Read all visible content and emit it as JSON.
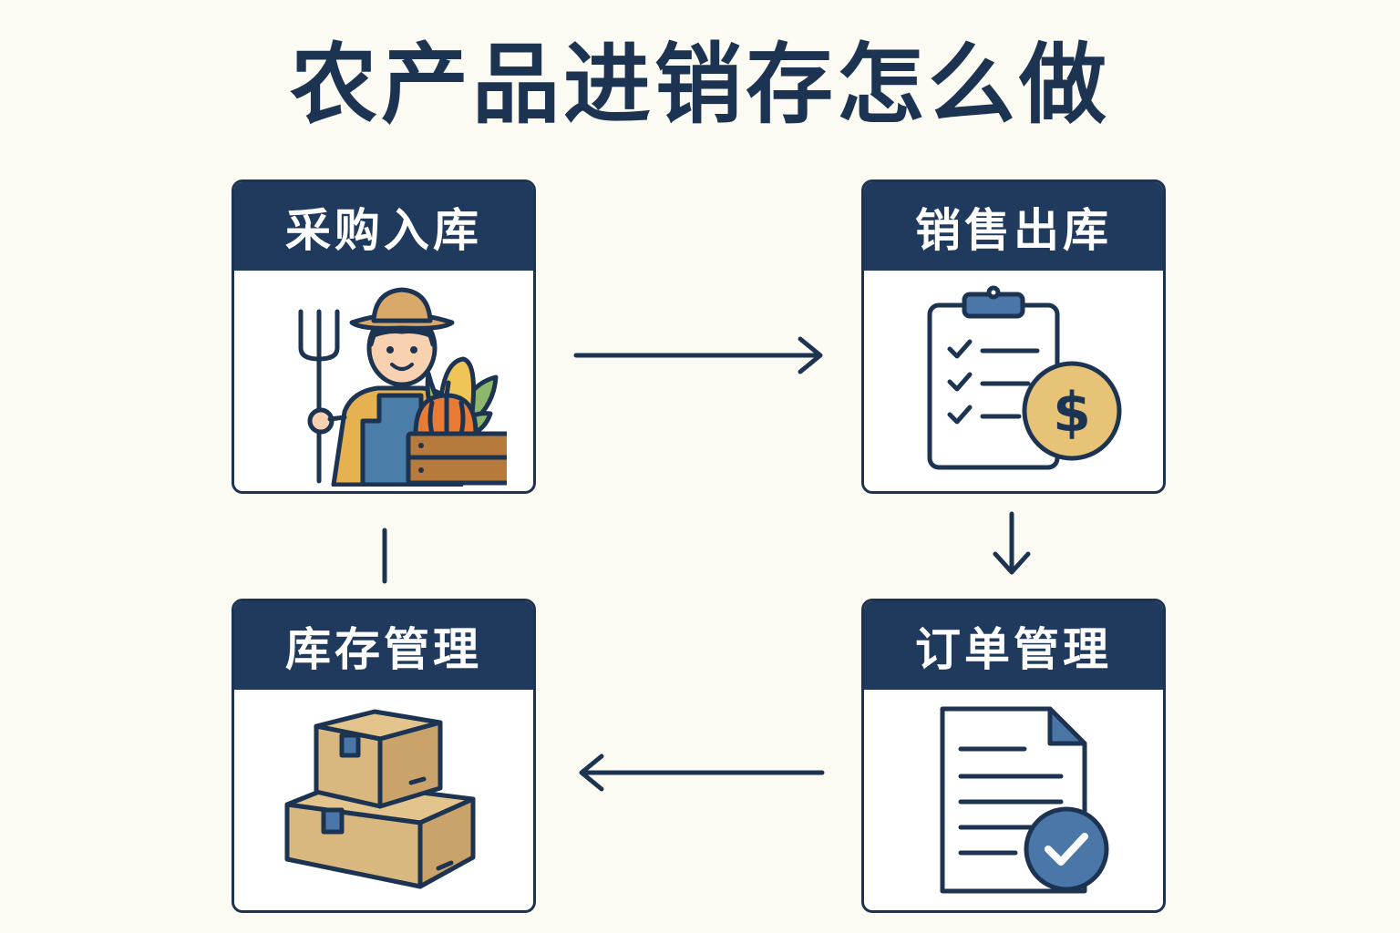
{
  "title": "农产品进销存怎么做",
  "cards": [
    {
      "label": "采购入库",
      "icon": "farmer-with-produce-crate-icon"
    },
    {
      "label": "销售出库",
      "icon": "checklist-clipboard-dollar-icon"
    },
    {
      "label": "订单管理",
      "icon": "document-checkmark-icon"
    },
    {
      "label": "库存管理",
      "icon": "stacked-boxes-icon"
    }
  ],
  "colors": {
    "navy": "#1f3a5c",
    "outline": "#1c3352",
    "background": "#fcfbf3",
    "gold": "#e6c377",
    "blue": "#4a76a8",
    "tan": "#d9b87f",
    "orange": "#e97b35"
  }
}
